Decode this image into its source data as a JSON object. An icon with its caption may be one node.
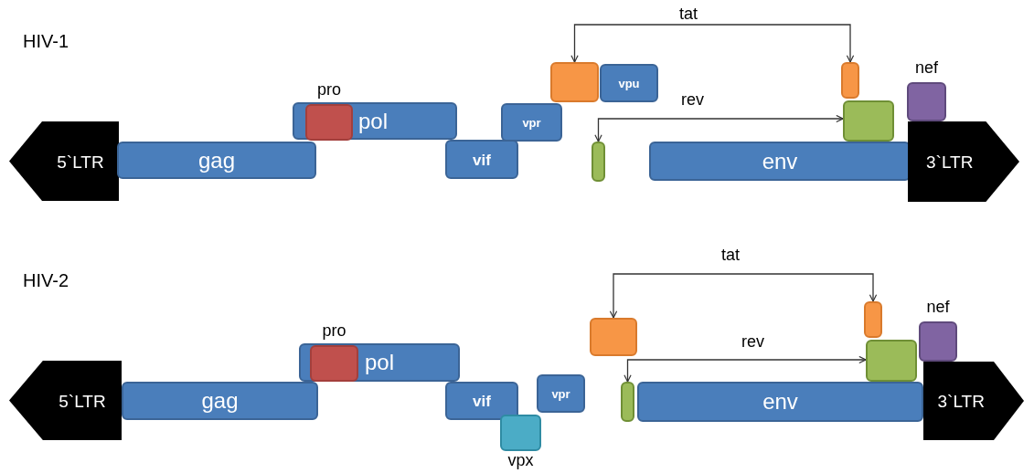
{
  "diagram": {
    "nodes": [
      {
        "text": [
          "5`LTR"
        ]
      },
      {
        "text": [
          "gag"
        ]
      },
      {
        "text": [
          "pol"
        ]
      },
      {
        "text": [
          "pro"
        ],
        "in": 2
      },
      {
        "text": [
          "vif"
        ]
      },
      {
        "text": [
          "vpr"
        ]
      },
      {
        "text": [],
        "shape": "box"
      },
      {
        "text": [
          "vpu"
        ]
      },
      {
        "text": [],
        "shape": "box"
      },
      {
        "text": [
          "env"
        ]
      },
      {
        "text": [],
        "shape": "box"
      },
      {
        "text": [],
        "shape": "box"
      },
      {
        "text": [
          "nef"
        ]
      },
      {
        "text": [
          "3`LTR"
        ]
      },
      {
        "text": [
          "5`LTR"
        ]
      },
      {
        "text": [
          "gag"
        ]
      },
      {
        "text": [
          "pol"
        ]
      },
      {
        "text": [
          "pro"
        ],
        "in": 16
      },
      {
        "text": [
          "vif"
        ]
      },
      {
        "text": [
          "vpx"
        ]
      },
      {
        "text": [
          "vpr"
        ]
      },
      {
        "text": [],
        "shape": "box"
      },
      {
        "text": [],
        "shape": "box"
      },
      {
        "text": [
          "env"
        ]
      },
      {
        "text": [],
        "shape": "box"
      },
      {
        "text": [],
        "shape": "box"
      },
      {
        "text": [
          "nef"
        ]
      },
      {
        "text": [
          "3`LTR"
        ]
      }
    ],
    "edges": [
      {
        "from": 6,
        "to": 10,
        "arrow": "both",
        "label": "tat"
      },
      {
        "from": 8,
        "to": 11,
        "arrow": "both",
        "label": "rev"
      },
      {
        "from": 21,
        "to": 24,
        "arrow": "both",
        "label": "tat"
      },
      {
        "from": 22,
        "to": 25,
        "arrow": "both",
        "label": "rev"
      }
    ],
    "labels": [
      "HIV-1",
      "HIV-2"
    ]
  }
}
